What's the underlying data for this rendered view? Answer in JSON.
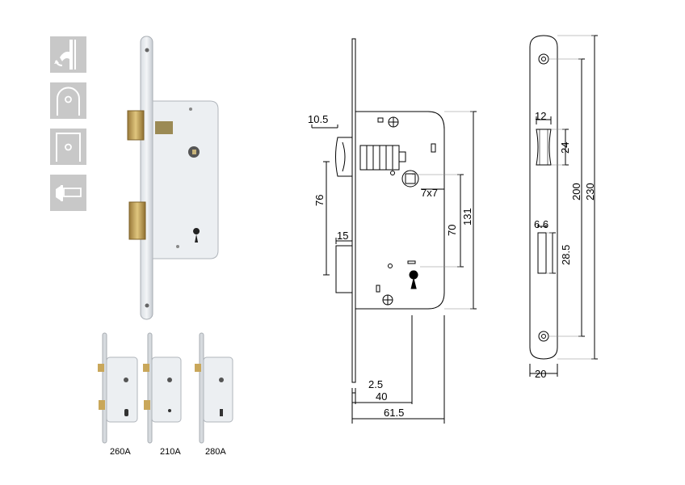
{
  "function_icons": [
    {
      "name": "door-action-icon"
    },
    {
      "name": "round-faceplate-icon"
    },
    {
      "name": "square-faceplate-icon"
    },
    {
      "name": "latch-bolt-icon"
    }
  ],
  "variants": [
    {
      "model": "260A"
    },
    {
      "model": "210A"
    },
    {
      "model": "280A"
    }
  ],
  "side_view": {
    "dimensions": {
      "latch_projection": "10.5",
      "latch_to_key_height": "76",
      "deadbolt_projection": "15",
      "spindle_size": "7x7",
      "spindle_to_keyhole": "70",
      "case_height": "131",
      "faceplate_thickness": "2.5",
      "backset": "40",
      "case_depth": "61.5"
    }
  },
  "front_view": {
    "dimensions": {
      "latch_width": "12",
      "latch_height": "24",
      "hole_spacing": "200",
      "faceplate_height": "230",
      "bolt_width": "6.6",
      "bolt_height": "28.5",
      "faceplate_width": "20"
    }
  }
}
